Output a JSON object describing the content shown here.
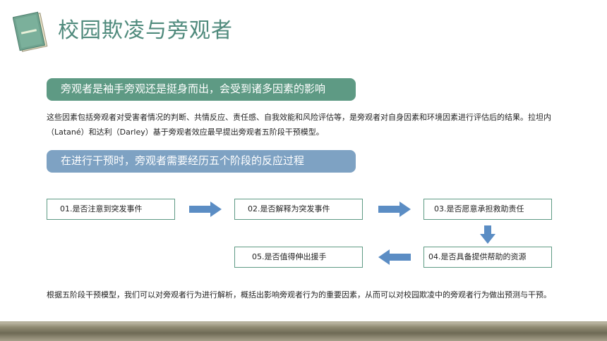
{
  "title": "校园欺凌与旁观者",
  "banner1": "旁观者是袖手旁观还是挺身而出，会受到诸多因素的影响",
  "paragraph1": "这些因素包括旁观者对受害者情况的判断、共情反应、责任感、自我效能和风险评估等，是旁观者对自身因素和环境因素进行评估后的结果。拉坦内（Latané）和达利（Darley）基于旁观者效应最早提出旁观者五阶段干预模型。",
  "banner2": "在进行干预时，旁观者需要经历五个阶段的反应过程",
  "steps": [
    "01.是否注意到突发事件",
    "02.是否解释为突发事件",
    "03.是否愿意承担救助责任",
    "04.是否具备提供帮助的资源",
    "05.是否值得伸出援手"
  ],
  "paragraph2": "根据五阶段干预模型，我们可以对旁观者行为进行解析，概括出影响旁观者行为的重要因素，从而可以对校园欺凌中的旁观者行为做出预测与干预。",
  "colors": {
    "green": "#5e9a84",
    "blue": "#7ea2c3",
    "arrow": "#5b8dc4"
  }
}
